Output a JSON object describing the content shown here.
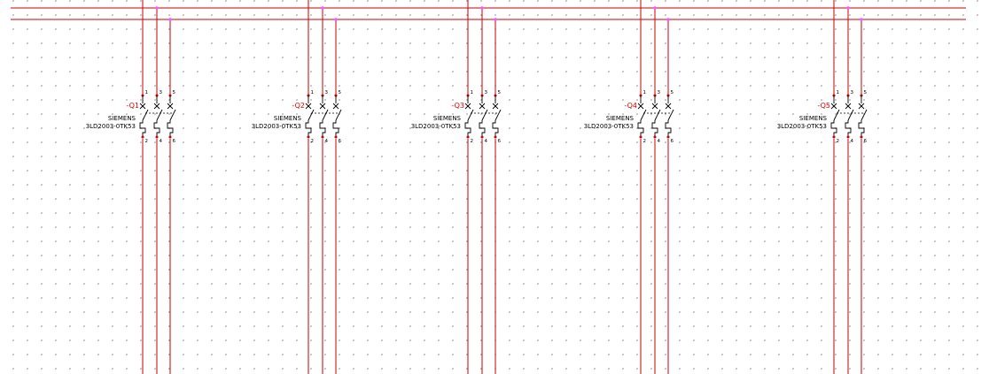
{
  "colors": {
    "wire": "#cc0000",
    "tag": "#e00000",
    "junction": "#ff55ff",
    "symbol": "#000000",
    "background": "#ffffff"
  },
  "breakers": [
    {
      "tag": "-Q1",
      "manufacturer": "SIEMENS",
      "part_number": "3LD2003-0TK53",
      "pins_top": [
        "1",
        "3",
        "5"
      ],
      "pins_bottom": [
        "2",
        "4",
        "6"
      ]
    },
    {
      "tag": "-Q2",
      "manufacturer": "SIEMENS",
      "part_number": "3LD2003-0TK53",
      "pins_top": [
        "1",
        "3",
        "5"
      ],
      "pins_bottom": [
        "2",
        "4",
        "6"
      ]
    },
    {
      "tag": "-Q3",
      "manufacturer": "SIEMENS",
      "part_number": "3LD2003-0TK53",
      "pins_top": [
        "1",
        "3",
        "5"
      ],
      "pins_bottom": [
        "2",
        "4",
        "6"
      ]
    },
    {
      "tag": "-Q4",
      "manufacturer": "SIEMENS",
      "part_number": "3LD2003-0TK53",
      "pins_top": [
        "1",
        "3",
        "5"
      ],
      "pins_bottom": [
        "2",
        "4",
        "6"
      ]
    },
    {
      "tag": "-Q5",
      "manufacturer": "SIEMENS",
      "part_number": "3LD2003-0TK53",
      "pins_top": [
        "1",
        "3",
        "5"
      ],
      "pins_bottom": [
        "2",
        "4",
        "6"
      ]
    }
  ]
}
